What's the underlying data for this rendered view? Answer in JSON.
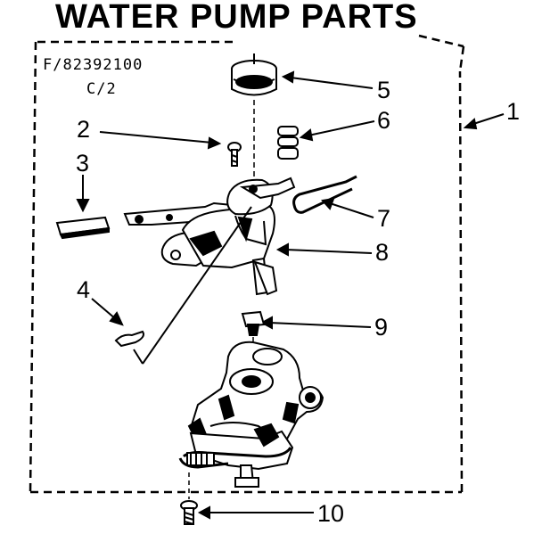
{
  "title": "WATER PUMP PARTS",
  "part_code": "F/82392100",
  "revision": "C/2",
  "callouts": [
    "1",
    "2",
    "3",
    "4",
    "5",
    "6",
    "7",
    "8",
    "9",
    "10"
  ]
}
